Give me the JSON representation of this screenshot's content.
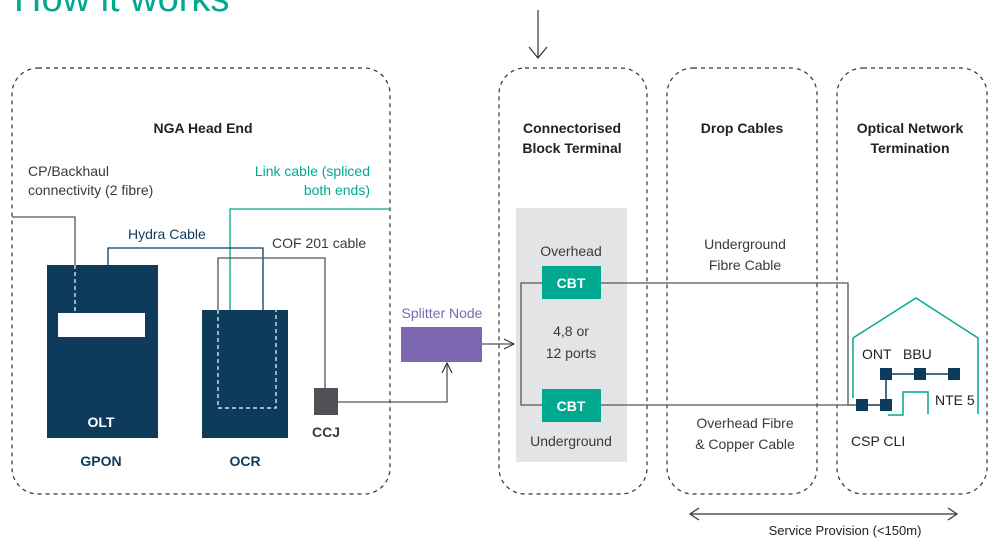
{
  "title": "How it works",
  "colors": {
    "teal": "#00A88F",
    "navy": "#0E3B5C",
    "purple": "#7B68B0",
    "gray_box": "#E3E4E6",
    "ccj_gray": "#4F5156",
    "dashed": "#333333",
    "text": "#3A3A3A"
  },
  "panels": {
    "head_end": {
      "title": "NGA Head End"
    },
    "cbt": {
      "title_line1": "Connectorised",
      "title_line2": "Block Terminal"
    },
    "drop": {
      "title": "Drop Cables"
    },
    "ont": {
      "title_line1": "Optical Network",
      "title_line2": "Termination"
    }
  },
  "head_end": {
    "cp_backhaul_line1": "CP/Backhaul",
    "cp_backhaul_line2": "connectivity (2 fibre)",
    "link_cable_line1": "Link cable (spliced",
    "link_cable_line2": "both ends)",
    "hydra_cable": "Hydra Cable",
    "cof_cable": "COF 201 cable",
    "olt": "OLT",
    "gpon": "GPON",
    "ocr": "OCR",
    "ccj": "CCJ"
  },
  "splitter": {
    "label": "Splitter Node"
  },
  "cbt": {
    "overhead": "Overhead",
    "cbt_label": "CBT",
    "ports_line1": "4,8 or",
    "ports_line2": "12 ports",
    "underground": "Underground"
  },
  "drop": {
    "underground_line1": "Underground",
    "underground_line2": "Fibre Cable",
    "overhead_line1": "Overhead Fibre",
    "overhead_line2": "& Copper Cable"
  },
  "ont": {
    "ont": "ONT",
    "bbu": "BBU",
    "nte": "NTE 5",
    "csp_cli": "CSP CLI"
  },
  "service_provision": "Service Provision (<150m)"
}
